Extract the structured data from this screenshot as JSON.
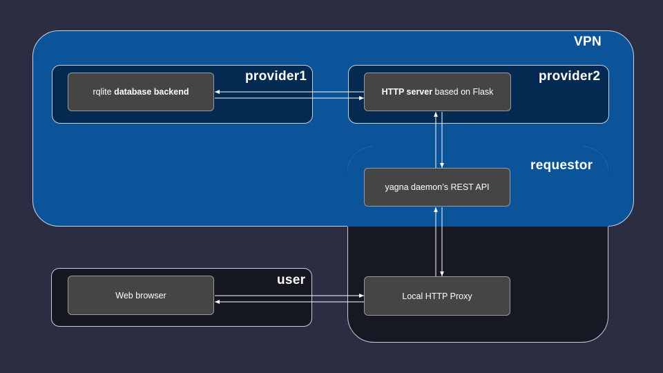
{
  "regions": {
    "vpn": "VPN",
    "provider1": "provider1",
    "provider2": "provider2",
    "requestor": "requestor",
    "user": "user"
  },
  "nodes": {
    "rqlite": {
      "pre": "rqlite ",
      "bold": "database backend",
      "post": ""
    },
    "http_server": {
      "pre": "",
      "bold": "HTTP server",
      "post": " based on Flask"
    },
    "yagna": "yagna daemon’s REST API",
    "proxy": "Local HTTP Proxy",
    "browser": "Web browser"
  },
  "colors": {
    "background": "#2b2e42",
    "vpn": "#0c5499",
    "provider": "#052a52",
    "node": "#454545",
    "arrow": "#ffffff"
  }
}
